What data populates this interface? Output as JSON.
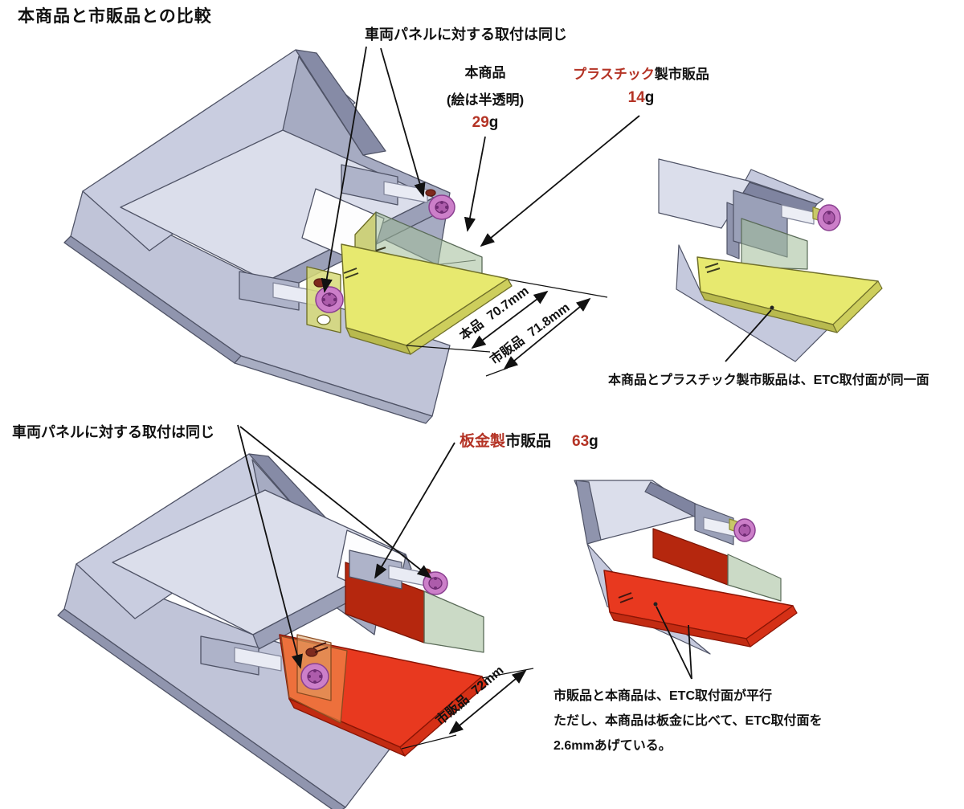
{
  "title": "本商品と市販品との比較",
  "colors": {
    "accent_red": "#b43325",
    "panel_gray": "#c5c9dd",
    "product_yellow": "#e7e96f",
    "market_red": "#e8391f",
    "knob_pink": "#cc7fc9"
  },
  "top_section": {
    "panel_note": "車両パネルに対する取付は同じ",
    "product": {
      "name": "本商品",
      "sub": "(絵は半透明)",
      "weight": "29",
      "weight_unit": "g"
    },
    "plastic": {
      "name_red": "プラスチック",
      "name_black": "製市販品",
      "weight": "14",
      "weight_unit": "g"
    },
    "dim_product": {
      "label": "本品",
      "value": "70.7mm"
    },
    "dim_market": {
      "label": "市販品",
      "value": "71.8mm"
    },
    "same_surface_note": "本商品とプラスチック製市販品は、ETC取付面が同一面"
  },
  "bottom_section": {
    "panel_note": "車両パネルに対する取付は同じ",
    "sheet_metal": {
      "name_red": "板金製",
      "name_black": "市販品",
      "weight": "63",
      "weight_unit": "g"
    },
    "dim_market": {
      "label": "市販品",
      "value": "72mm"
    },
    "notes": [
      "市販品と本商品は、ETC取付面が平行",
      "ただし、本商品は板金に比べて、ETC取付面を",
      "2.6mmあげている。"
    ]
  }
}
